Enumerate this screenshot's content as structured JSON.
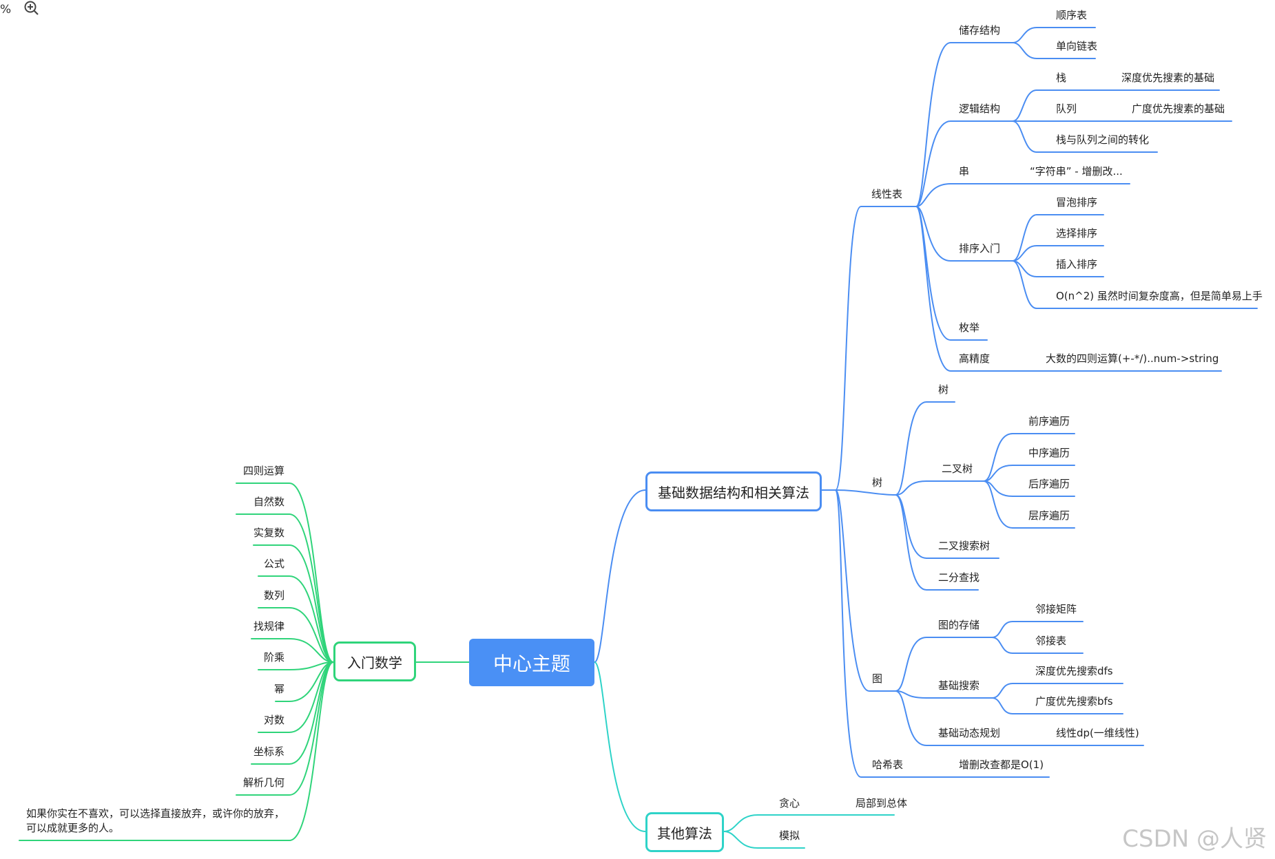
{
  "toolbar": {
    "zoom_text": "%",
    "zoom_icon": "zoom-in-icon"
  },
  "colors": {
    "blue": "#4a8df2",
    "green": "#2fd47a",
    "teal": "#2ed3c8",
    "center_fill": "#4a90f5"
  },
  "center": "中心主题",
  "branch_ds": "基础数据结构和相关算法",
  "branch_other": "其他算法",
  "branch_math": "入门数学",
  "linear": {
    "label": "线性表",
    "storage": {
      "label": "储存结构",
      "items": [
        "顺序表",
        "单向链表"
      ]
    },
    "logic": {
      "label": "逻辑结构",
      "stack": "栈",
      "stack_note": "深度优先搜素的基础",
      "queue": "队列",
      "queue_note": "广度优先搜素的基础",
      "convert": "栈与队列之间的转化"
    },
    "string": {
      "label": "串",
      "note": "“字符串” - 增删改..."
    },
    "sort": {
      "label": "排序入门",
      "items": [
        "冒泡排序",
        "选择排序",
        "插入排序",
        "O(n^2) 虽然时间复杂度高，但是简单易上手"
      ]
    },
    "enum": "枚举",
    "bigint": {
      "label": "高精度",
      "note": "大数的四则运算(+-*/)..num->string"
    }
  },
  "tree": {
    "label": "树",
    "sub_tree": "树",
    "binary": {
      "label": "二叉树",
      "items": [
        "前序遍历",
        "中序遍历",
        "后序遍历",
        "层序遍历"
      ]
    },
    "bst": "二叉搜索树",
    "bsearch": "二分查找"
  },
  "graph": {
    "label": "图",
    "storage": {
      "label": "图的存储",
      "items": [
        "邻接矩阵",
        "邻接表"
      ]
    },
    "search": {
      "label": "基础搜索",
      "items": [
        "深度优先搜索dfs",
        "广度优先搜索bfs"
      ]
    },
    "dp": {
      "label": "基础动态规划",
      "note": "线性dp(一维线性)"
    }
  },
  "hash": {
    "label": "哈希表",
    "note": "增删改查都是O(1)"
  },
  "other": {
    "greedy": "贪心",
    "greedy_note": "局部到总体",
    "simulate": "模拟"
  },
  "math": {
    "items": [
      "四则运算",
      "自然数",
      "实复数",
      "公式",
      "数列",
      "找规律",
      "阶乘",
      "幂",
      "对数",
      "坐标系",
      "解析几何"
    ],
    "note_line1": "如果你实在不喜欢，可以选择直接放弃，或许你的放弃，",
    "note_line2": "可以成就更多的人。"
  },
  "watermark": "CSDN @人贤"
}
